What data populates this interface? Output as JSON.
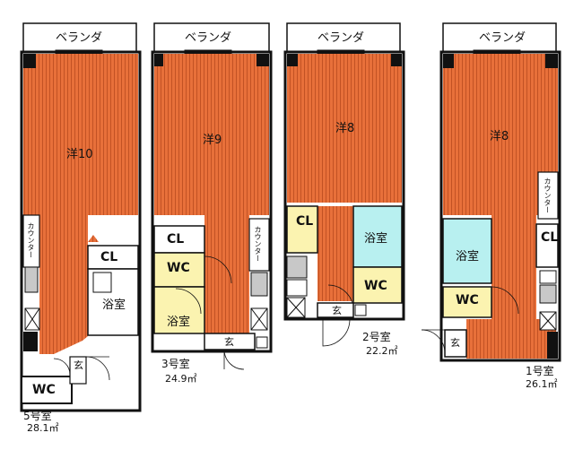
{
  "units": [
    {
      "id": "unit5",
      "name": "5号室",
      "area": "28.1㎡",
      "veranda": "ベランダ",
      "rooms": {
        "main": "洋10",
        "closet": "CL",
        "bath": "浴室",
        "wc": "WC",
        "entry": "玄",
        "counter": "カウンター"
      }
    },
    {
      "id": "unit3",
      "name": "3号室",
      "area": "24.9㎡",
      "veranda": "ベランダ",
      "rooms": {
        "main": "洋9",
        "closet": "CL",
        "bath": "浴室",
        "wc": "WC",
        "entry": "玄",
        "counter": "カウンター"
      }
    },
    {
      "id": "unit2",
      "name": "2号室",
      "area": "22.2㎡",
      "veranda": "ベランダ",
      "rooms": {
        "main": "洋8",
        "closet": "CL",
        "bath": "浴室",
        "wc": "WC",
        "entry": "玄"
      }
    },
    {
      "id": "unit1",
      "name": "1号室",
      "area": "26.1㎡",
      "veranda": "ベランダ",
      "rooms": {
        "main": "洋8",
        "closet": "CL",
        "bath": "浴室",
        "wc": "WC",
        "entry": "玄",
        "counter": "カウンター"
      }
    }
  ],
  "colors": {
    "flooring": "#e8703a",
    "flooring_line": "#b94a1e",
    "bath": "#b8f0f0",
    "wc": "#fbf3b0",
    "closet": "#fbf3b0",
    "wall": "#111111",
    "gray_fixture": "#c8c8c8"
  }
}
